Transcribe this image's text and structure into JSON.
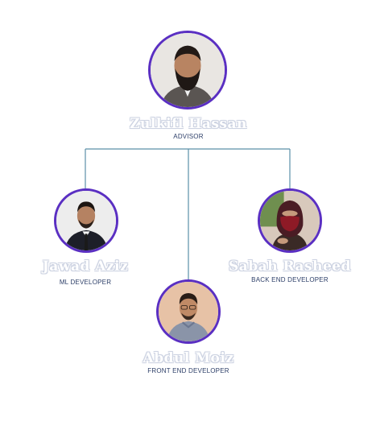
{
  "colors": {
    "avatar_border": "#5a2fc2",
    "connector_line": "#5b8fa8",
    "name_outline": "#cdd3e2",
    "role_text": "#2c3e68"
  },
  "team": {
    "advisor": {
      "name": "Zulkifl Hassan",
      "role": "ADVISOR",
      "photo": "advisor-photo"
    },
    "members": [
      {
        "name": "Jawad Aziz",
        "role": "ML DEVELOPER",
        "photo": "member-photo"
      },
      {
        "name": "Abdul Moiz",
        "role": "FRONT END DEVELOPER",
        "photo": "member-photo"
      },
      {
        "name": "Sabah Rasheed",
        "role": "BACK END DEVELOPER",
        "photo": "member-photo"
      }
    ]
  }
}
